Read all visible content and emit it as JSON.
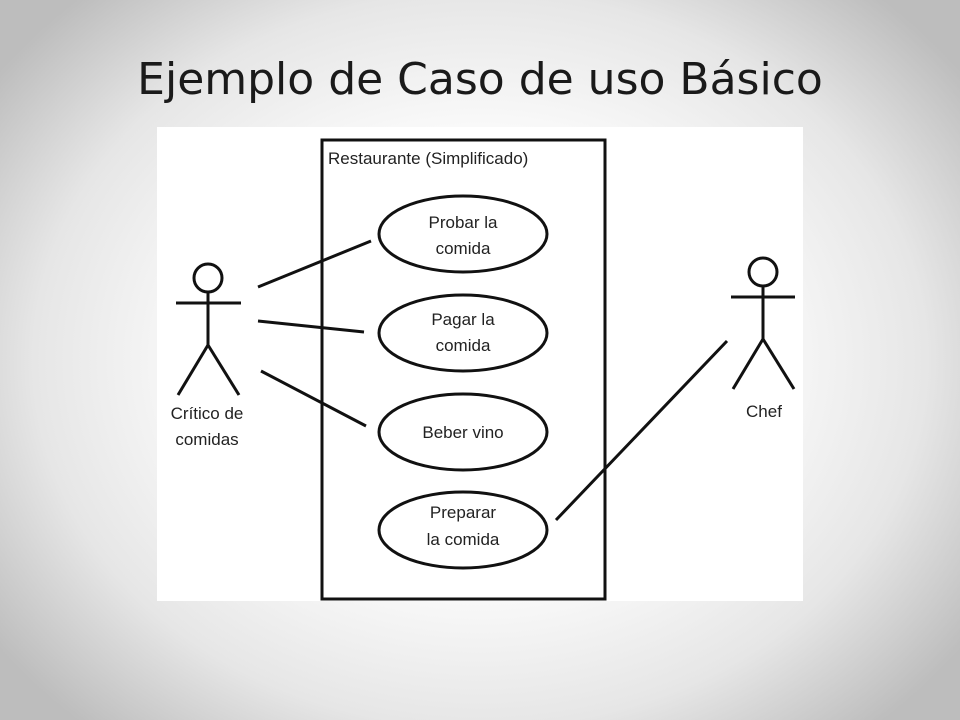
{
  "slide": {
    "title": "Ejemplo de Caso de uso Básico"
  },
  "diagram": {
    "system": {
      "label": "Restaurante (Simplificado)"
    },
    "actors": {
      "critic": {
        "label_lines": [
          "Crítico de",
          "comidas"
        ]
      },
      "chef": {
        "label_lines": [
          "Chef"
        ]
      }
    },
    "use_cases": [
      {
        "label_lines": [
          "Probar la",
          "comida"
        ]
      },
      {
        "label_lines": [
          "Pagar la",
          "comida"
        ]
      },
      {
        "label_lines": [
          "Beber vino"
        ]
      },
      {
        "label_lines": [
          "Preparar",
          "la comida"
        ]
      }
    ]
  }
}
